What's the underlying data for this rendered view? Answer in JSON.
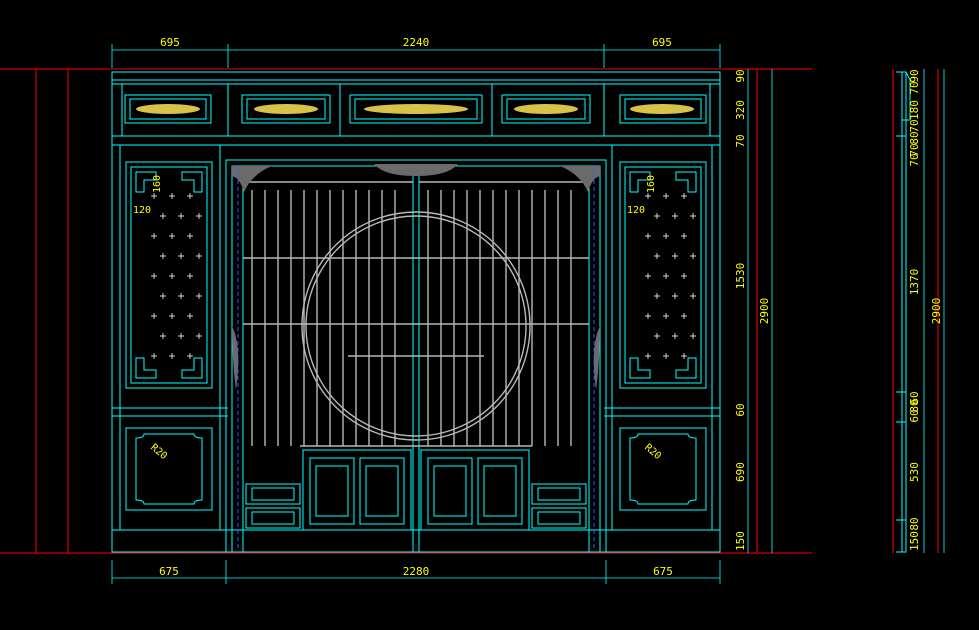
{
  "colors": {
    "background": "#000000",
    "outline": "#00ffff",
    "grille": "#b8b8b8",
    "dimension": "#ffff00",
    "reference": "#ff0000",
    "ornament": "#d7c24a",
    "hidden": "#3a55ff"
  },
  "top_dims": [
    "695",
    "2240",
    "695"
  ],
  "bottom_dims": [
    "675",
    "2280",
    "675"
  ],
  "right_dims": [
    "90",
    "320",
    "70",
    "1530",
    "60",
    "690",
    "150"
  ],
  "right_overall": "2900",
  "side_dims": [
    "90",
    "70",
    "180",
    "70",
    "80",
    "70",
    "70",
    "1370",
    "60",
    "80",
    "60",
    "530",
    "80",
    "150"
  ],
  "side_overall": "2900",
  "panel_notes": [
    "160",
    "120",
    "160",
    "120"
  ],
  "diag_notes": [
    "R20",
    "R20"
  ]
}
